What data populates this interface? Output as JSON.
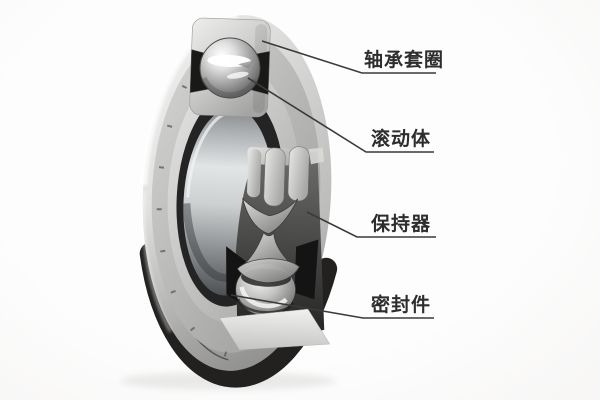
{
  "scene": {
    "background": "#fbfbfa"
  },
  "labels": [
    {
      "id": "bearing-ring",
      "text": "轴承套圈"
    },
    {
      "id": "rolling-element",
      "text": "滚动体"
    },
    {
      "id": "cage",
      "text": "保持器"
    },
    {
      "id": "seal",
      "text": "密封件"
    }
  ],
  "colors": {
    "leader_line": "#3a3a3a",
    "label_text": "#2d2d2d",
    "metal_highlight": "#ffffff",
    "metal_light": "#e9e9e8",
    "metal_mid": "#b5b5b4",
    "metal_deep": "#6a6a68",
    "seal_dark": "#191918",
    "groove_dark": "#242424"
  }
}
